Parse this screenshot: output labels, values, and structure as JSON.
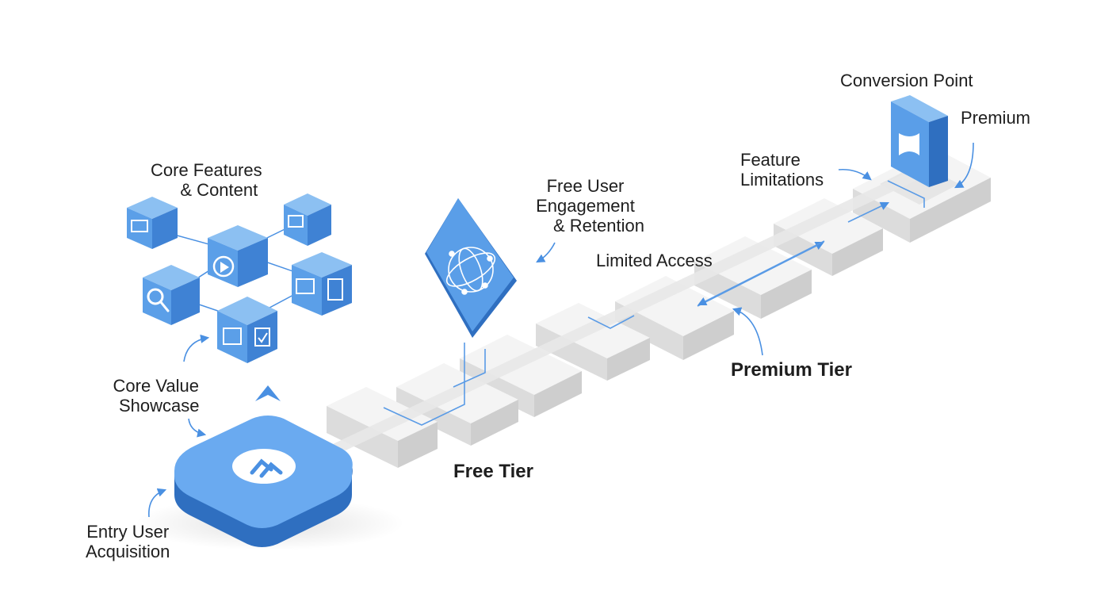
{
  "labels": {
    "core_features": [
      "Core Features",
      "& Content"
    ],
    "free_engagement": [
      "Free User",
      "Engagement",
      "& Retention"
    ],
    "limited_access": "Limited Access",
    "conversion_point": "Conversion Point",
    "premium": "Premium",
    "feature_limitations": [
      "Feature",
      "Limitations"
    ],
    "premium_tier": "Premium Tier",
    "core_value": [
      "Core Value",
      "Showcase"
    ],
    "free_tier": "Free Tier",
    "entry": [
      "Entry User",
      "Acquisition"
    ]
  },
  "colors": {
    "accent": "#4a90e2",
    "accent_light": "#7fb3ee",
    "accent_dark": "#2f6fc0",
    "block_top": "#f4f4f4",
    "block_side": "#dcdcdc",
    "block_dark": "#c9c9c9",
    "text": "#1e1e1e"
  },
  "icons": [
    "card-icon",
    "play-icon",
    "image-icon",
    "document-icon",
    "search-icon",
    "checklist-icon",
    "code-icon",
    "globe-icon",
    "chevron-icon",
    "premium-bowtie-icon"
  ]
}
